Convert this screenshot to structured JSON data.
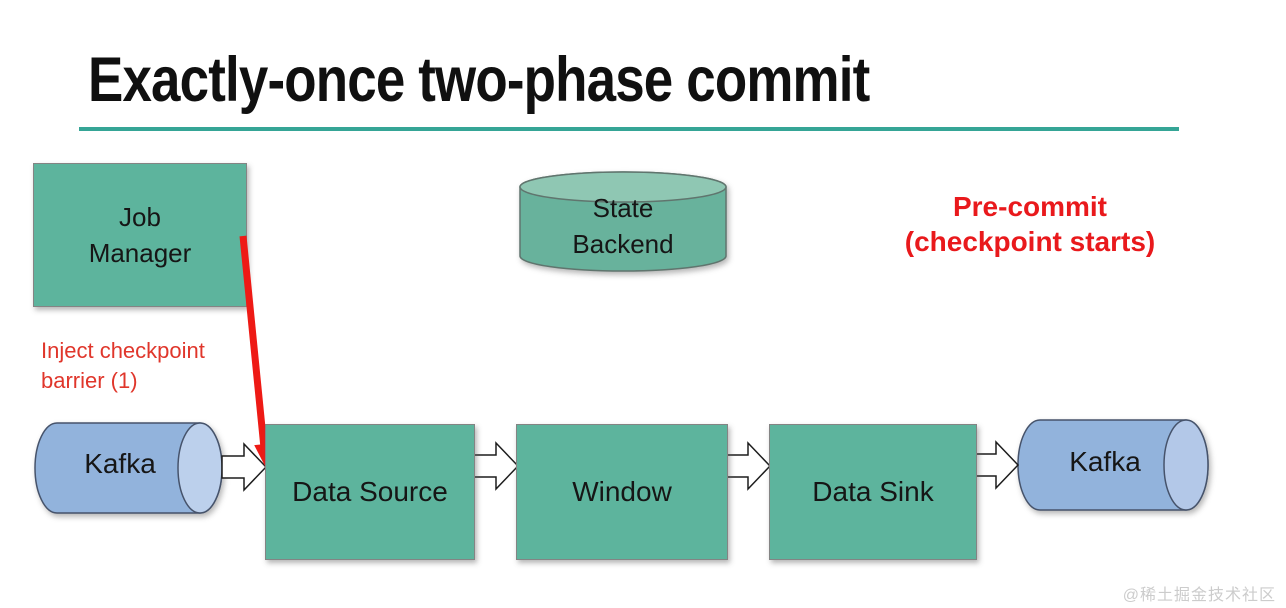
{
  "title": "Exactly-once two-phase commit",
  "nodes": {
    "job_manager": {
      "line1": "Job",
      "line2": "Manager"
    },
    "state_backend": {
      "line1": "State",
      "line2": "Backend"
    },
    "kafka_source": {
      "label": "Kafka"
    },
    "data_source": {
      "label": "Data Source"
    },
    "window": {
      "label": "Window"
    },
    "data_sink": {
      "label": "Data Sink"
    },
    "kafka_sink": {
      "label": "Kafka"
    }
  },
  "annotations": {
    "pre_commit": {
      "line1": "Pre-commit",
      "line2": "(checkpoint starts)"
    },
    "inject_barrier": {
      "line1": "Inject checkpoint",
      "line2": "barrier (1)"
    }
  },
  "watermark": "@稀土掘金技术社区",
  "colors": {
    "accent_underline": "#35a596",
    "node_green": "#5db49d",
    "cylinder_green": "#68b29c",
    "cylinder_green_top": "#8fc7b3",
    "kafka_blue": "#92b3dc",
    "kafka_blue_cap": "#bcd0ec",
    "annotation_red": "#e9191c",
    "arrow_red": "#ee1a15"
  }
}
